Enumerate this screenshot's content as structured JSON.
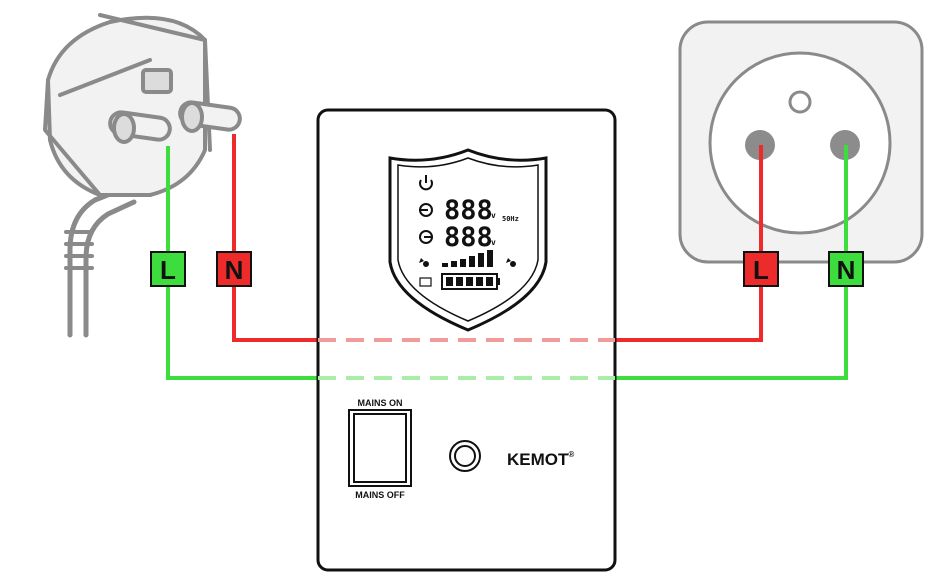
{
  "colors": {
    "live": "#ee2b2b",
    "neutral": "#3ddd3d",
    "outline": "#111111",
    "device_bg": "#ffffff",
    "plug_gray": "#f2f2f2",
    "plug_stroke": "#8a8a8a",
    "pin_gray": "#8c8c8c"
  },
  "left_labels": {
    "live": "L",
    "neutral": "N"
  },
  "right_labels": {
    "live": "L",
    "neutral": "N"
  },
  "display": {
    "input_digits": "888",
    "input_unit": "v",
    "frequency": "50Hz",
    "output_digits": "888",
    "output_unit": "v"
  },
  "switch": {
    "on_label": "MAINS ON",
    "off_label": "MAINS OFF"
  },
  "brand": {
    "name": "KEMOT",
    "mark": "®"
  },
  "icons": [
    "plug-icon",
    "socket-icon",
    "power-icon",
    "input-icon",
    "output-icon",
    "signal-bars-icon",
    "battery-icon",
    "fan-icon"
  ]
}
